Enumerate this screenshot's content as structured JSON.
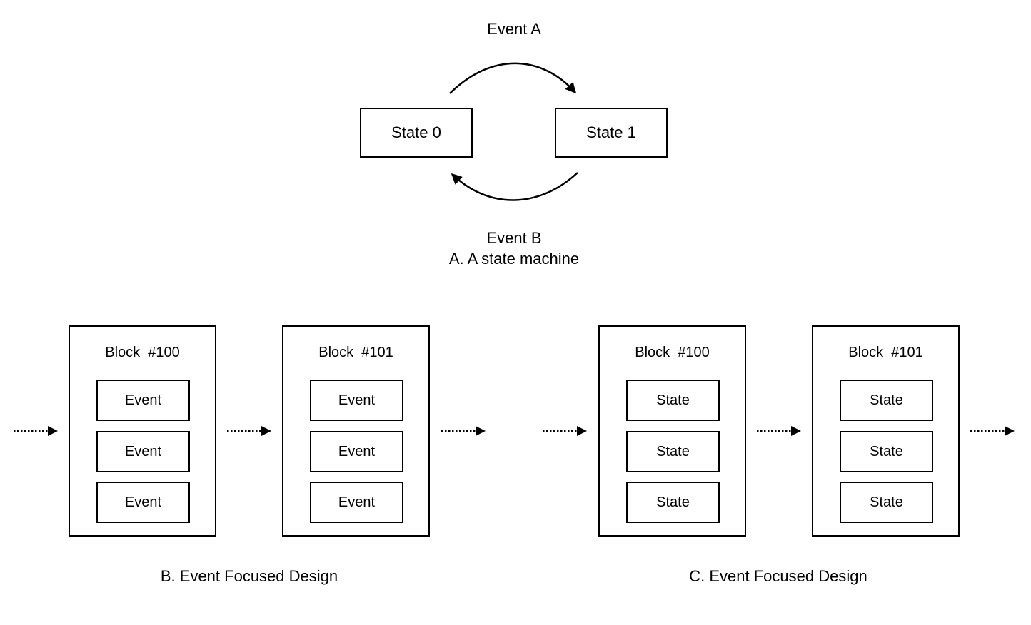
{
  "state_machine": {
    "event_a": "Event A",
    "event_b": "Event B",
    "caption": "A. A state machine",
    "states": [
      "State 0",
      "State 1"
    ]
  },
  "event_design": {
    "caption": "B. Event Focused Design",
    "blocks": [
      {
        "title": "Block  #100",
        "items": [
          "Event",
          "Event",
          "Event"
        ]
      },
      {
        "title": "Block  #101",
        "items": [
          "Event",
          "Event",
          "Event"
        ]
      }
    ]
  },
  "state_design": {
    "caption": "C. Event Focused Design",
    "blocks": [
      {
        "title": "Block  #100",
        "items": [
          "State",
          "State",
          "State"
        ]
      },
      {
        "title": "Block  #101",
        "items": [
          "State",
          "State",
          "State"
        ]
      }
    ]
  }
}
